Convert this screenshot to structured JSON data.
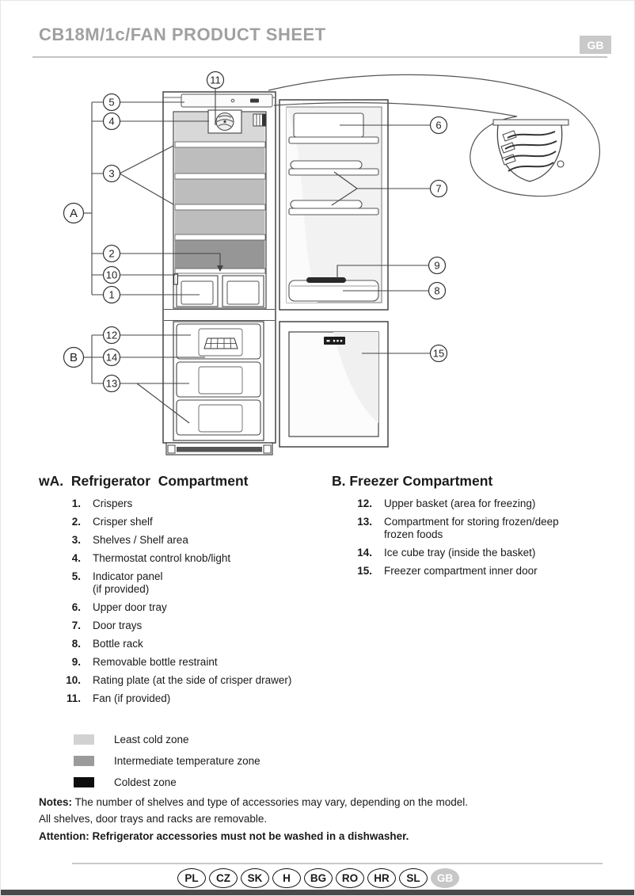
{
  "header": {
    "title": "CB18M/1c/FAN PRODUCT SHEET",
    "lang_badge": "GB"
  },
  "diagram": {
    "callouts": {
      "a": "A",
      "b": "B",
      "n1": "1",
      "n2": "2",
      "n3": "3",
      "n4": "4",
      "n5": "5",
      "n6": "6",
      "n7": "7",
      "n8": "8",
      "n9": "9",
      "n10": "10",
      "n11": "11",
      "n12": "12",
      "n13": "13",
      "n14": "14",
      "n15": "15"
    },
    "zones": {
      "least_cold": "#d8d8d8",
      "intermediate": "#bdbdbd",
      "coldest": "#969696"
    }
  },
  "sections": {
    "refrigerator": {
      "heading": "wA.  Refrigerator  Compartment",
      "items": [
        {
          "num": "1.",
          "text": "Crispers"
        },
        {
          "num": "2.",
          "text": "Crisper shelf"
        },
        {
          "num": "3.",
          "text": "Shelves / Shelf area"
        },
        {
          "num": "4.",
          "text": "Thermostat control knob/light"
        },
        {
          "num": "5.",
          "text": "Indicator panel",
          "text2": "(if provided)"
        },
        {
          "num": "6.",
          "text": "Upper door tray"
        },
        {
          "num": "7.",
          "text": "Door trays"
        },
        {
          "num": "8.",
          "text": "Bottle rack"
        },
        {
          "num": "9.",
          "text": "Removable bottle restraint"
        },
        {
          "num": "10.",
          "text": "Rating plate (at the side of crisper drawer)"
        },
        {
          "num": "11.",
          "text": "Fan (if provided)"
        }
      ]
    },
    "freezer": {
      "heading": "B. Freezer Compartment",
      "items": [
        {
          "num": "12.",
          "text": "Upper basket (area for freezing)"
        },
        {
          "num": "13.",
          "text": "Compartment for storing frozen/deep",
          "text2": "frozen foods"
        },
        {
          "num": "14.",
          "text": "Ice cube tray (inside the basket)"
        },
        {
          "num": "15.",
          "text": "Freezer compartment inner door"
        }
      ]
    }
  },
  "legend": {
    "items": [
      {
        "label": "Least cold zone",
        "color": "#d2d2d2"
      },
      {
        "label": "Intermediate temperature zone",
        "color": "#9b9b9b"
      },
      {
        "label": "Coldest zone",
        "color": "#0d0d0d"
      }
    ]
  },
  "notes": {
    "label": "Notes:",
    "line1": " The number of shelves and type of accessories may vary, depending on the model.",
    "line2": "All shelves, door trays and racks are removable.",
    "attention": "Attention: Refrigerator accessories must not be washed in a dishwasher."
  },
  "footer": {
    "languages": [
      "PL",
      "CZ",
      "SK",
      "H",
      "BG",
      "RO",
      "HR",
      "SL"
    ],
    "active": "GB"
  }
}
